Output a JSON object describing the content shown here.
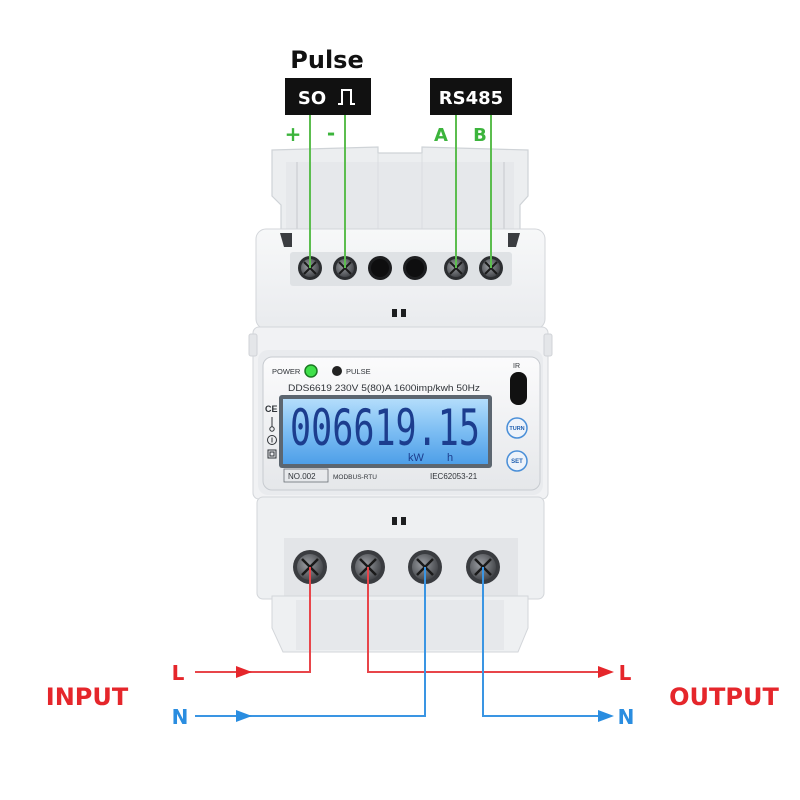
{
  "pulse_title": "Pulse",
  "pulse_box": {
    "label": "SO",
    "icon": "pulse-wave-icon"
  },
  "rs485_box": {
    "label": "RS485"
  },
  "terminal_labels": {
    "plus": "+",
    "minus": "-",
    "a": "A",
    "b": "B"
  },
  "meter": {
    "power_label": "POWER",
    "pulse_label": "PULSE",
    "ir_label": "IR",
    "spec_line": "DDS6619 230V 5(80)A 1600imp/kwh 50Hz",
    "display_value": "006619.15",
    "display_units": [
      "kW",
      "h"
    ],
    "turn_button": "TURN",
    "set_button": "SET",
    "serial_no": "NO.002",
    "protocol": "MODBUS-RTU",
    "standard": "IEC62053-21",
    "ce_mark": "CE",
    "certification_icons": [
      "thermometer-icon",
      "class-1-icon",
      "double-insulation-icon"
    ],
    "power_led": "green-led-icon",
    "pulse_led": "black-led-icon"
  },
  "wiring": {
    "input_label": "INPUT",
    "output_label": "OUTPUT",
    "input_l": "L",
    "input_n": "N",
    "output_l": "L",
    "output_n": "N"
  },
  "colors": {
    "label_green": "#3cb43c",
    "wire_green": "#5cbd4f",
    "phase_red": "#e5262b",
    "neutral_blue": "#2a8de0",
    "box_black": "#111111",
    "lcd_backlight": "#6fb6f2",
    "lcd_digits": "#1c3d8e"
  }
}
